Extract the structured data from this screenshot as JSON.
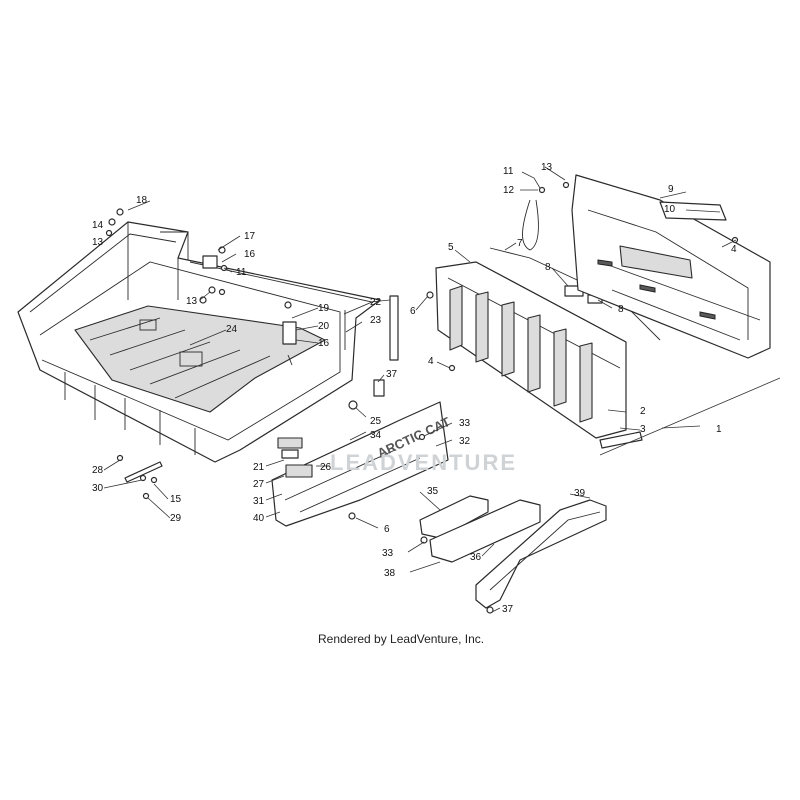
{
  "watermark": {
    "text": "LEADVENTURE"
  },
  "footer": {
    "text": "Rendered by LeadVenture, Inc."
  },
  "callouts": [
    "1",
    "2",
    "3",
    "4",
    "4",
    "5",
    "6",
    "6",
    "7",
    "8",
    "8",
    "9",
    "10",
    "11",
    "11",
    "12",
    "13",
    "13",
    "13",
    "14",
    "15",
    "16",
    "16",
    "17",
    "18",
    "19",
    "20",
    "21",
    "22",
    "23",
    "24",
    "25",
    "26",
    "27",
    "28",
    "29",
    "30",
    "31",
    "32",
    "33",
    "33",
    "34",
    "35",
    "36",
    "37",
    "37",
    "38",
    "39",
    "40"
  ],
  "colors": {
    "line": "#2b2b2b",
    "shade": "#dcdcdc",
    "watermark": "#cfd3d6"
  }
}
